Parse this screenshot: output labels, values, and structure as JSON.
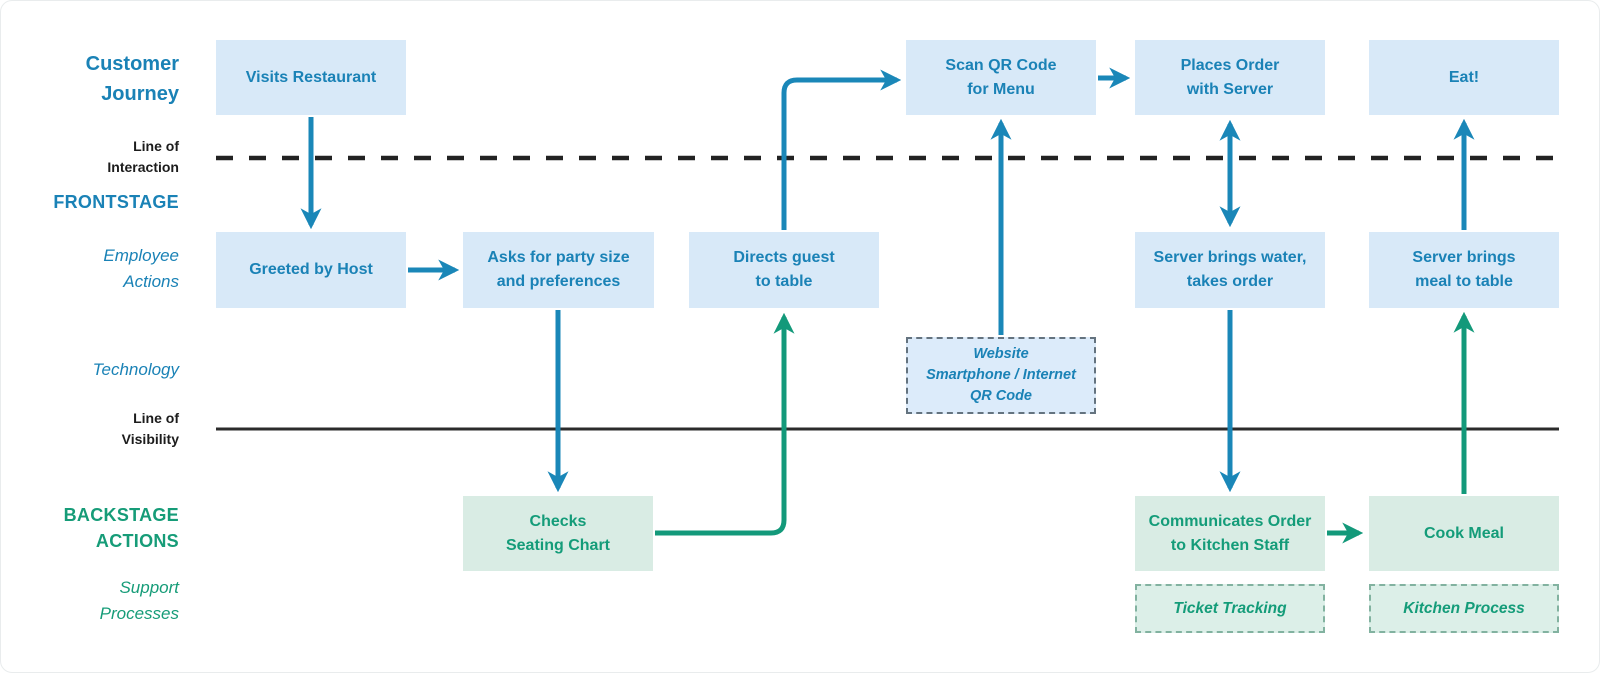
{
  "lanes": {
    "customer_journey": "Customer\nJourney",
    "line_of_interaction": "Line of\nInteraction",
    "frontstage": "FRONTSTAGE",
    "employee_actions": "Employee\nActions",
    "technology": "Technology",
    "line_of_visibility": "Line of\nVisibility",
    "backstage_actions": "BACKSTAGE\nACTIONS",
    "support_processes": "Support\nProcesses"
  },
  "nodes": {
    "visits_restaurant": {
      "label": "Visits Restaurant"
    },
    "scan_qr_code": {
      "label": "Scan QR Code\nfor Menu"
    },
    "places_order": {
      "label": "Places Order\nwith Server"
    },
    "eat": {
      "label": "Eat!"
    },
    "greeted_by_host": {
      "label": "Greeted by Host"
    },
    "asks_party_size": {
      "label": "Asks for party size\nand preferences"
    },
    "directs_guest": {
      "label": "Directs guest\nto table"
    },
    "server_brings_water": {
      "label": "Server brings water,\ntakes order"
    },
    "server_brings_meal": {
      "label": "Server brings\nmeal to table"
    },
    "technology_stack": {
      "label": "Website\nSmartphone / Internet\nQR Code"
    },
    "checks_seating": {
      "label": "Checks\nSeating Chart"
    },
    "communicates_order": {
      "label": "Communicates Order\nto Kitchen Staff"
    },
    "cook_meal": {
      "label": "Cook Meal"
    },
    "ticket_tracking": {
      "label": "Ticket Tracking"
    },
    "kitchen_process": {
      "label": "Kitchen Process"
    }
  },
  "colors": {
    "customer_box_fill": "#d8e9f8",
    "customer_box_text": "#1a82b6",
    "backstage_box_fill": "#d9ece4",
    "backstage_box_text": "#149c79",
    "arrow_blue": "#1a87b8",
    "arrow_green": "#13997a",
    "interaction_line": "#222222",
    "visibility_line": "#2b2b2b"
  }
}
